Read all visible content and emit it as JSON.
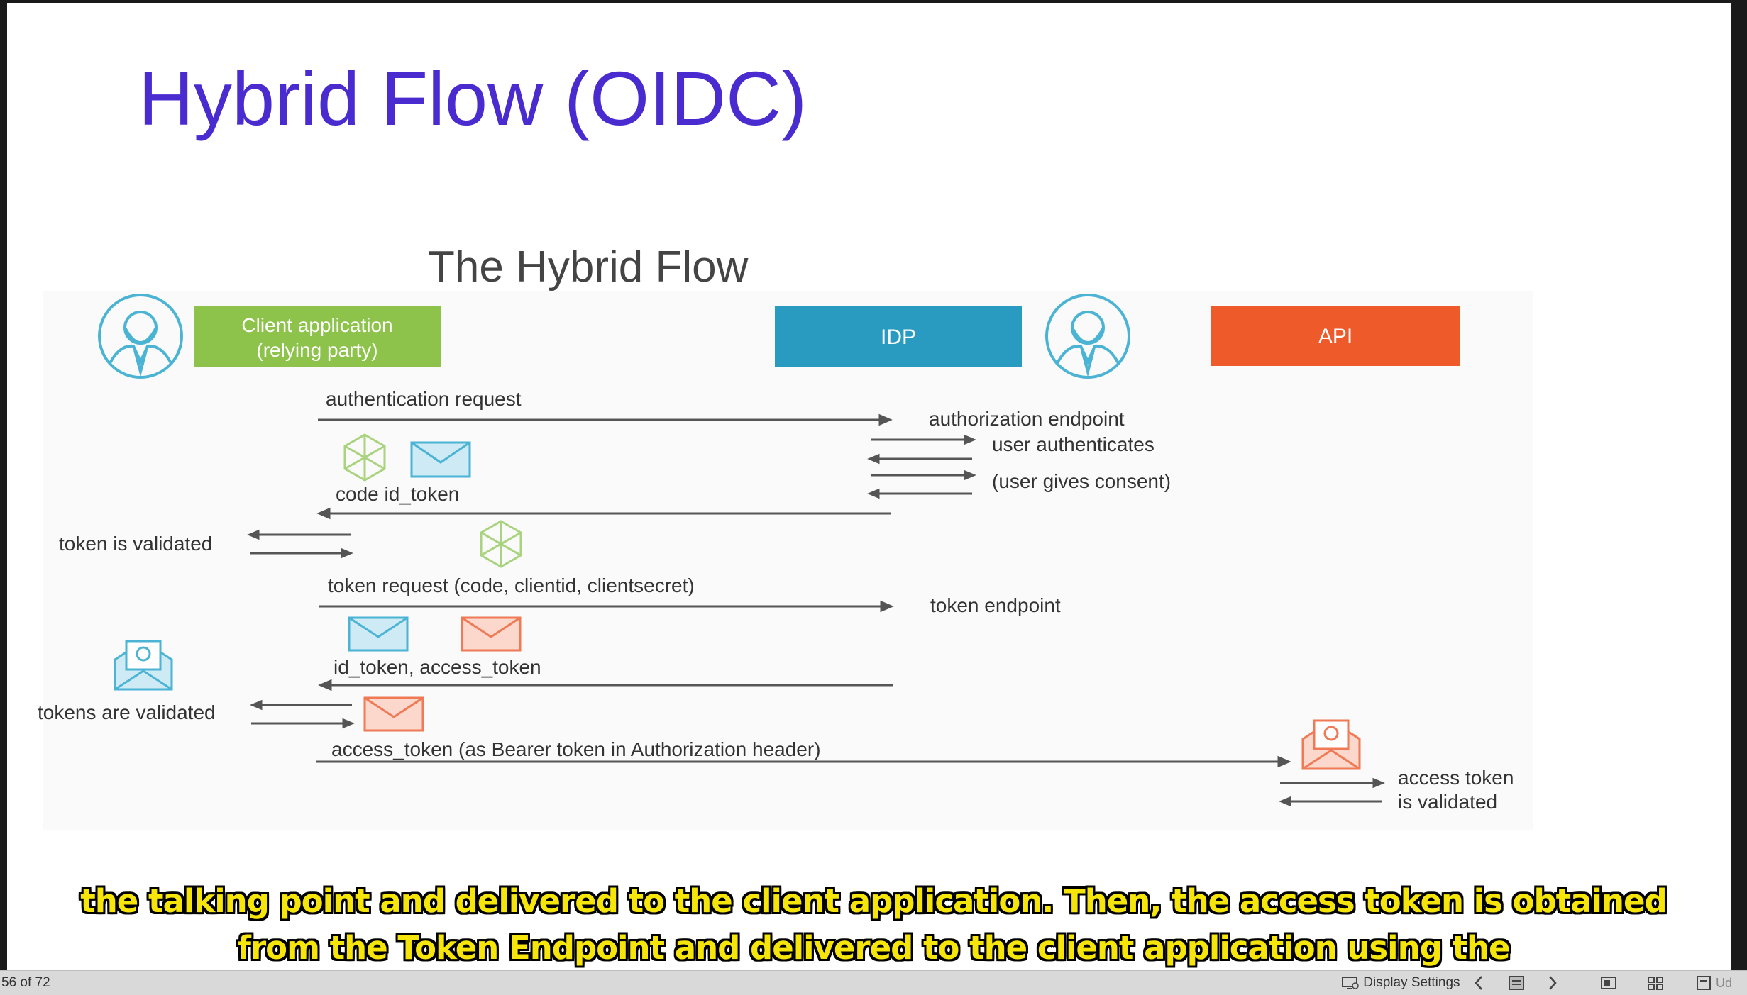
{
  "slide": {
    "title": "Hybrid Flow (OIDC)",
    "diagram_title": "The Hybrid Flow",
    "actors": {
      "client": "Client application",
      "client_sub": "(relying party)",
      "idp": "IDP",
      "api": "API"
    },
    "labels": {
      "auth_request": "authentication request",
      "auth_endpoint": "authorization endpoint",
      "user_auth": "user authenticates",
      "user_consent": "(user gives consent)",
      "code_id_token": "code id_token",
      "token_validated": "token is validated",
      "token_request": "token request (code, clientid, clientsecret)",
      "token_endpoint": "token endpoint",
      "id_access_token": "id_token, access_token",
      "tokens_validated": "tokens are validated",
      "bearer": "access_token (as Bearer token in Authorization header)",
      "access_validated_1": "access token",
      "access_validated_2": "is validated"
    },
    "colors": {
      "title": "#4a2bd0",
      "client": "#8dc24b",
      "idp": "#2a9bc0",
      "api": "#ef5a2a"
    }
  },
  "caption": {
    "line1": "the talking point and delivered to the client application. Then, the access token is obtained",
    "line2": "from the Token Endpoint and delivered to the client application using the"
  },
  "statusbar": {
    "slide_counter": "56 of 72",
    "display_settings": "Display Settings",
    "watermark": "Ud"
  }
}
